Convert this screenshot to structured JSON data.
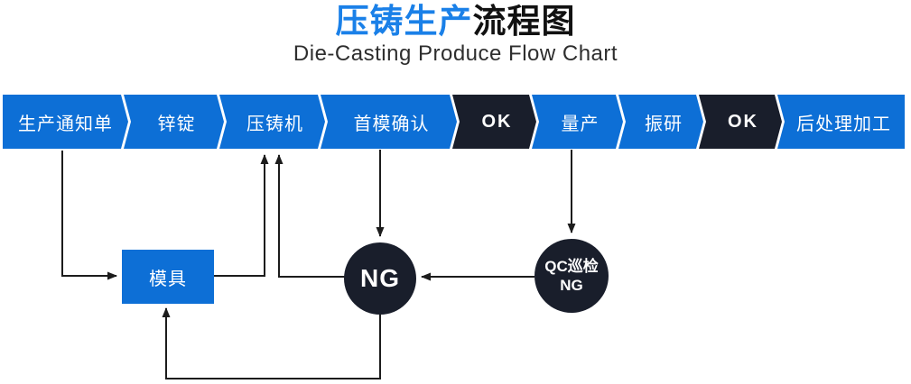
{
  "title": {
    "highlight": "压铸生产",
    "rest": "流程图"
  },
  "subtitle": "Die-Casting Produce Flow Chart",
  "steps": [
    {
      "label": "生产通知单",
      "variant": "blue"
    },
    {
      "label": "锌锭",
      "variant": "blue"
    },
    {
      "label": "压铸机",
      "variant": "blue"
    },
    {
      "label": "首模确认",
      "variant": "blue"
    },
    {
      "label": "OK",
      "variant": "dark"
    },
    {
      "label": "量产",
      "variant": "blue"
    },
    {
      "label": "振研",
      "variant": "blue"
    },
    {
      "label": "OK",
      "variant": "dark"
    },
    {
      "label": "后处理加工",
      "variant": "blue"
    }
  ],
  "nodes": {
    "mold": {
      "label": "模具"
    },
    "ng": {
      "label": "NG"
    },
    "qc": {
      "line1": "QC巡检",
      "line2": "NG"
    }
  },
  "colors": {
    "primary_blue": "#0d6fd6",
    "dark_navy": "#191e2b",
    "title_blue": "#1a80e8",
    "arrow": "#1c1c1c"
  }
}
